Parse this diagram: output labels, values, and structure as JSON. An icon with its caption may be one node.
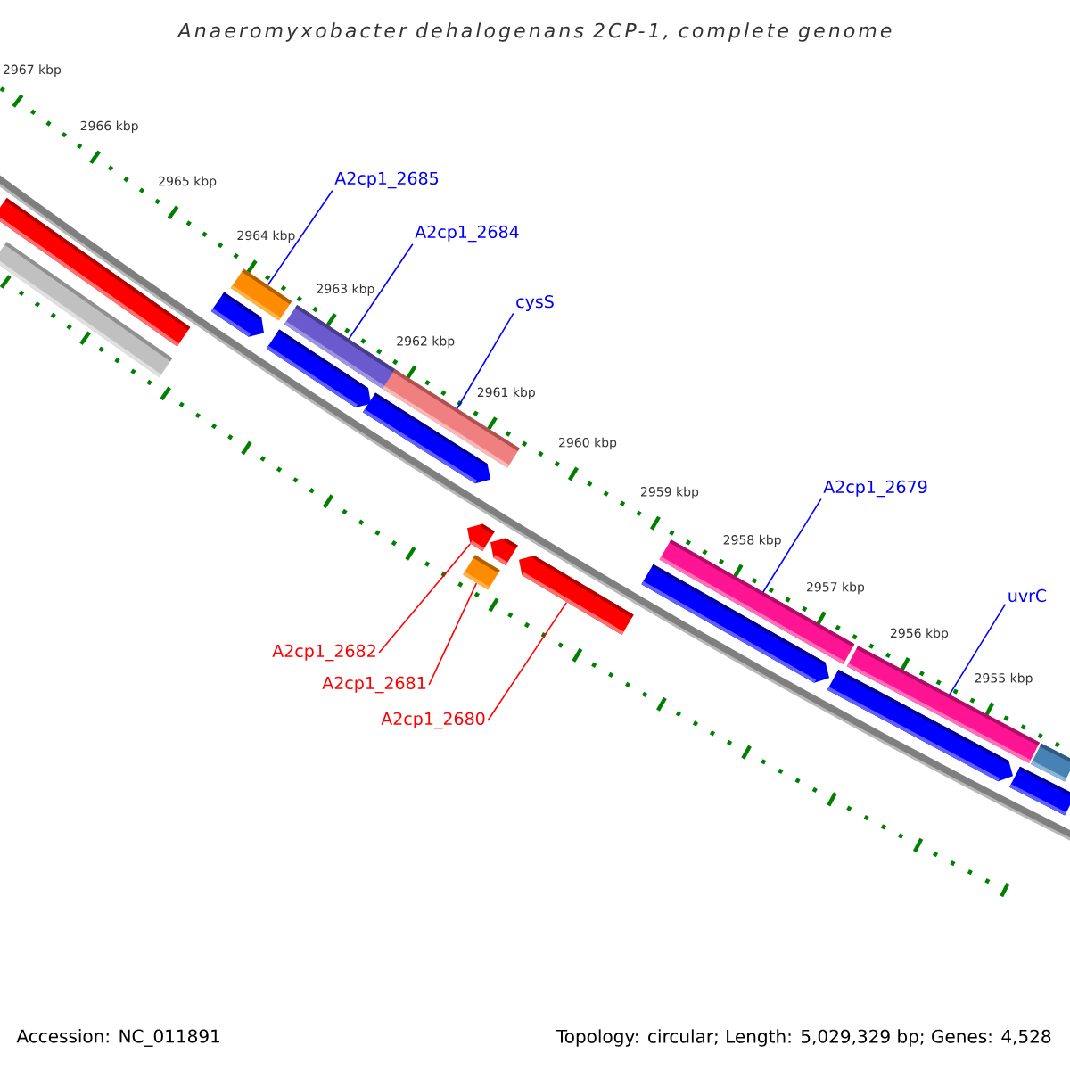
{
  "diagram": {
    "title": "Anaeromyxobacter dehalogenans 2CP-1, complete genome",
    "nodes": [
      {
        "text": [
          "A2cp1_2685"
        ]
      },
      {
        "text": [],
        "shape": "bar"
      },
      {
        "text": [
          "A2cp1_2684"
        ]
      },
      {
        "text": [],
        "shape": "bar"
      },
      {
        "text": [
          "cysS"
        ]
      },
      {
        "text": [],
        "shape": "bar"
      },
      {
        "text": [
          "A2cp1_2679"
        ]
      },
      {
        "text": [],
        "shape": "bar"
      },
      {
        "text": [
          "uvrC"
        ]
      },
      {
        "text": [],
        "shape": "bar"
      },
      {
        "text": [],
        "shape": "bar"
      },
      {
        "text": [],
        "shape": "bar"
      },
      {
        "text": [],
        "shape": "bar"
      },
      {
        "text": [
          "A2cp1_2682"
        ]
      },
      {
        "text": [
          "A2cp1_2681"
        ]
      },
      {
        "text": [
          "A2cp1_2680"
        ]
      },
      {
        "text": [],
        "shape": "bar"
      },
      {
        "text": [],
        "shape": "bar"
      },
      {
        "text": [],
        "shape": "bar"
      },
      {
        "text": [],
        "shape": "bar"
      },
      {
        "text": [],
        "shape": "bar"
      },
      {
        "text": [],
        "shape": "bar"
      },
      {
        "text": [],
        "shape": "bar"
      },
      {
        "text": [],
        "shape": "bar"
      },
      {
        "text": [],
        "shape": "bar"
      },
      {
        "text": [],
        "shape": "bar"
      }
    ],
    "edges": [
      {
        "from": 0,
        "to": 1,
        "arrow": "none"
      },
      {
        "from": 2,
        "to": 3,
        "arrow": "none"
      },
      {
        "from": 4,
        "to": 5,
        "arrow": "none"
      },
      {
        "from": 6,
        "to": 7,
        "arrow": "none"
      },
      {
        "from": 8,
        "to": 9,
        "arrow": "none"
      },
      {
        "from": 13,
        "to": 10,
        "arrow": "none",
        "color": "#ff0000"
      },
      {
        "from": 14,
        "to": 11,
        "arrow": "none",
        "color": "#ff0000"
      },
      {
        "from": 15,
        "to": 12,
        "arrow": "none",
        "color": "#ff0000"
      }
    ],
    "labels": [
      "2967 kbp",
      "2966 kbp",
      "2965 kbp",
      "2964 kbp",
      "2963 kbp",
      "2962 kbp",
      "2961 kbp",
      "2960 kbp",
      "2959 kbp",
      "2958 kbp",
      "2957 kbp",
      "2956 kbp",
      "2955 kbp",
      "Accession: NC_011891",
      "Topology: circular; Length: 5,029,329 bp; Genes: 4,528"
    ]
  }
}
